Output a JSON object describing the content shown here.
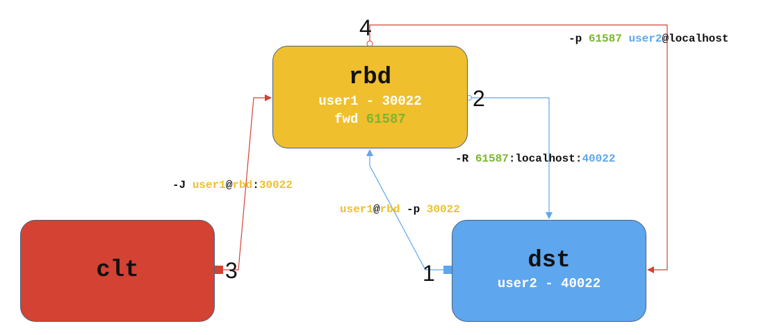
{
  "nodes": {
    "rbd": {
      "title": "rbd",
      "line1": "user1 - 30022",
      "fwd_word": "fwd",
      "fwd_port": "61587"
    },
    "clt": {
      "title": "clt"
    },
    "dst": {
      "title": "dst",
      "line1": "user2 - 40022"
    }
  },
  "ports": {
    "p1": "1",
    "p2": "2",
    "p3": "3",
    "p4": "4"
  },
  "edges": {
    "clt_to_rbd": {
      "flag": "-J",
      "user": "user1",
      "at": "@",
      "host": "rbd",
      "colon": ":",
      "port": "30022"
    },
    "dst_to_rbd": {
      "user": "user1",
      "at": "@",
      "host": "rbd",
      "flag": "-p",
      "port": "30022"
    },
    "rbd_to_dst": {
      "flag": "-R",
      "remote_port": "61587",
      "mid": ":localhost:",
      "local_port": "40022"
    },
    "rbd_top_to_dst": {
      "flag": "-p",
      "port": "61587",
      "user": "user2",
      "host": "@localhost"
    }
  },
  "colors": {
    "rbd_fill": "#efbf2e",
    "clt_fill": "#d44233",
    "dst_fill": "#5ea6ee",
    "red_edge": "#d44233",
    "blue_edge": "#5ea6ee",
    "green_text": "#7ab62f",
    "yellow_text": "#efbf2e"
  }
}
